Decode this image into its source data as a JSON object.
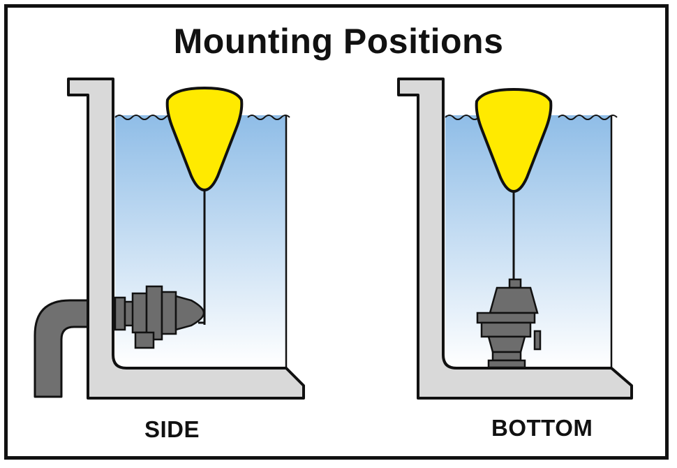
{
  "title": "Mounting Positions",
  "panels": [
    {
      "label": "SIDE"
    },
    {
      "label": "BOTTOM"
    }
  ],
  "colors": {
    "float": "#ffea00",
    "wall": "#d9d9d9",
    "water_top": "#8fbde7",
    "water_bottom": "#ffffff",
    "valve": "#6d6d6d",
    "outline": "#111111"
  }
}
